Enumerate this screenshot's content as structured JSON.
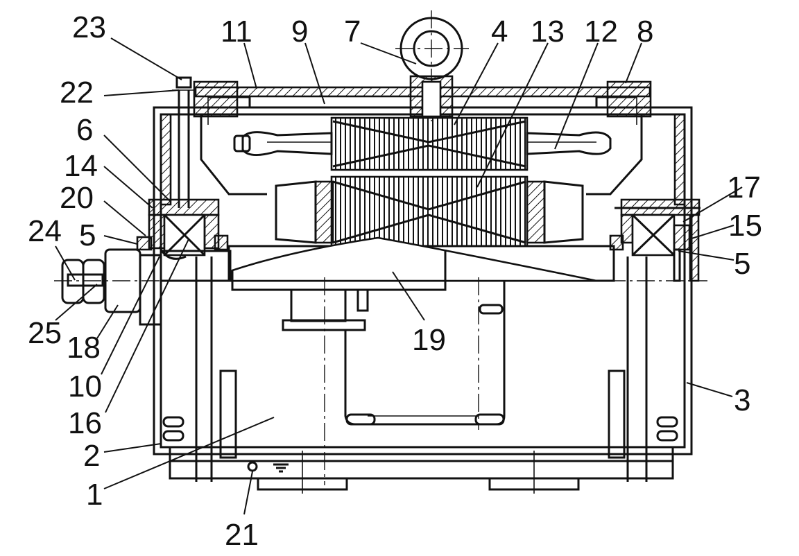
{
  "figure": {
    "labels": [
      "23",
      "11",
      "9",
      "7",
      "4",
      "13",
      "12",
      "8",
      "22",
      "6",
      "14",
      "20",
      "5",
      "24",
      "25",
      "18",
      "10",
      "16",
      "2",
      "1",
      "21",
      "19",
      "3",
      "17",
      "15",
      "5"
    ],
    "colors": {
      "ink": "#111111",
      "paper": "#ffffff"
    }
  }
}
